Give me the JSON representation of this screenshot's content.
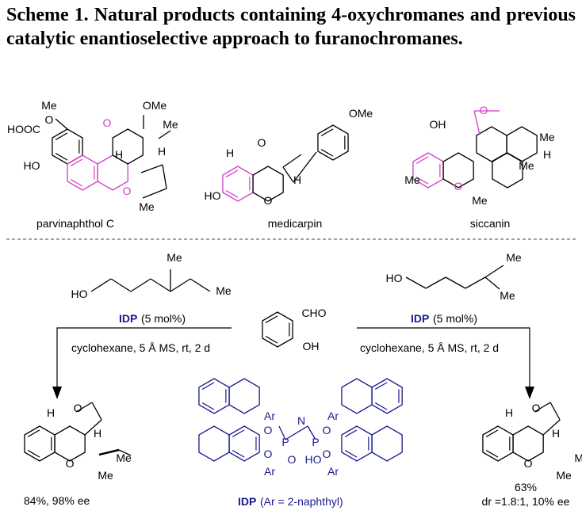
{
  "title": "Scheme 1.  Natural products containing 4-oxychromanes and previous catalytic enantioselective approach to furanochromanes.",
  "colors": {
    "highlight": "#d23cc8",
    "catalyst": "#1a1a8c",
    "ink": "#000000"
  },
  "natural_products": [
    {
      "name": "parvinaphthol C",
      "atoms": [
        "HOOC",
        "HO",
        "Me",
        "O",
        "OMe",
        "Me",
        "H",
        "H",
        "O",
        "Me",
        "O"
      ]
    },
    {
      "name": "medicarpin",
      "atoms": [
        "OMe",
        "H",
        "O",
        "H",
        "HO",
        "O"
      ]
    },
    {
      "name": "siccanin",
      "atoms": [
        "OH",
        "O",
        "Me",
        "O",
        "Me",
        "Me",
        "H",
        "Me"
      ]
    }
  ],
  "reactions": {
    "left_substrate_atoms": [
      "HO",
      "Me",
      "Me"
    ],
    "right_substrate_atoms": [
      "HO",
      "Me",
      "Me"
    ],
    "aldehyde_atoms": [
      "CHO",
      "OH"
    ],
    "catalyst_label": "IDP",
    "loading": "(5 mol%)",
    "conditions": "cyclohexane, 5 Å MS, rt, 2 d",
    "left_product_atoms": [
      "H",
      "O",
      "H",
      "O",
      "Me",
      "Me"
    ],
    "left_result": "84%, 98% ee",
    "right_product_atoms": [
      "H",
      "O",
      "H",
      "O",
      "Me",
      "Me"
    ],
    "right_yield": "63%",
    "right_result": "dr =1.8:1, 10% ee"
  },
  "catalyst": {
    "atoms": [
      "Ar",
      "Ar",
      "Ar",
      "Ar",
      "O",
      "O",
      "O",
      "O",
      "P",
      "P",
      "N",
      "O",
      "HO"
    ],
    "name": "IDP",
    "description": "(Ar = 2-naphthyl)"
  }
}
